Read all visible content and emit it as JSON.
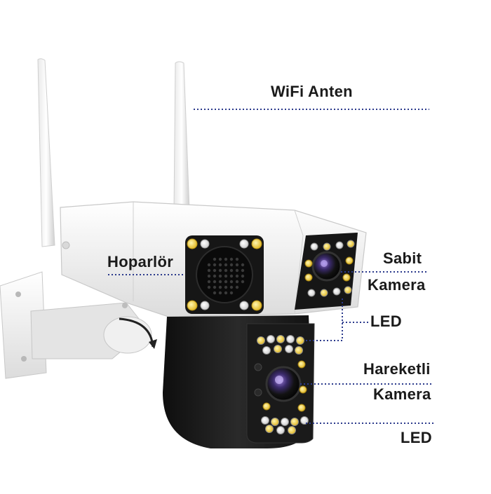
{
  "labels": {
    "wifi_antenna": "WiFi Anten",
    "speaker": "Hoparlör",
    "fixed_camera_line1": "Sabit",
    "fixed_camera_line2": "Kamera",
    "led_upper": "LED",
    "moving_camera_line1": "Hareketli",
    "moving_camera_line2": "Kamera",
    "led_lower": "LED"
  },
  "colors": {
    "leader_line": "#2b3a8c",
    "housing_white": "#f2f2f2",
    "housing_black": "#1c1c1c",
    "led_warm": "#f3d64a",
    "led_white": "#f5f5f5"
  }
}
